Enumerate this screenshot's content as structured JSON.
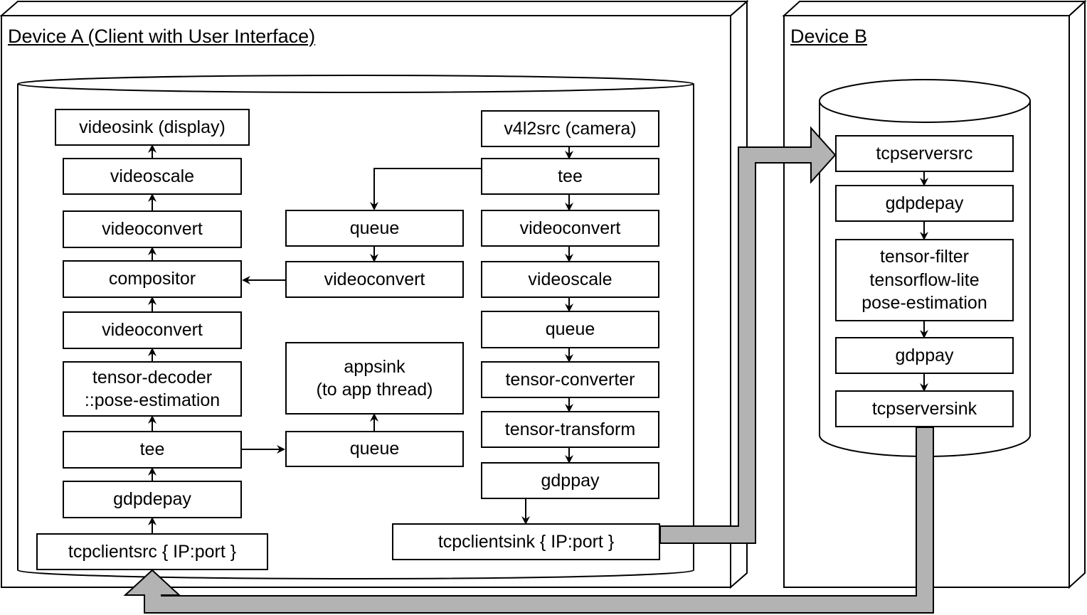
{
  "devices": {
    "a": {
      "title": "Device A (Client with User Interface)"
    },
    "b": {
      "title": "Device B"
    }
  },
  "nodes": {
    "videosink": "videosink (display)",
    "a_videoscale": "videoscale",
    "a_videoconvert_top": "videoconvert",
    "compositor": "compositor",
    "a_videoconvert_mid": "videoconvert",
    "tensor_decoder": "tensor-decoder\n::pose-estimation",
    "a_tee": "tee",
    "a_gdpdepay": "gdpdepay",
    "tcpclientsrc": "tcpclientsrc { IP:port }",
    "m_queue_top": "queue",
    "m_videoconvert": "videoconvert",
    "appsink": "appsink\n(to app thread)",
    "m_queue_bottom": "queue",
    "v4l2src": "v4l2src (camera)",
    "r_tee": "tee",
    "r_videoconvert": "videoconvert",
    "r_videoscale": "videoscale",
    "r_queue": "queue",
    "tensor_converter": "tensor-converter",
    "tensor_transform": "tensor-transform",
    "r_gdppay": "gdppay",
    "tcpclientsink": "tcpclientsink { IP:port }",
    "tcpserversrc": "tcpserversrc",
    "b_gdpdepay": "gdpdepay",
    "tensor_filter": "tensor-filter\ntensorflow-lite\npose-estimation",
    "b_gdppay": "gdppay",
    "tcpserversink": "tcpserversink"
  }
}
